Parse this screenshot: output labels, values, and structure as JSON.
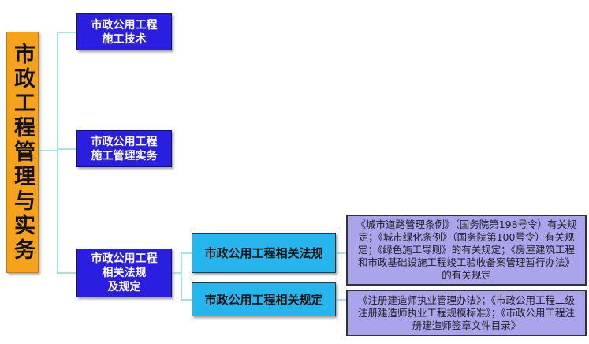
{
  "root": "市政工程管理与实务",
  "level1": [
    {
      "label": "市政公用工程\n施工技术"
    },
    {
      "label": "市政公用工程\n施工管理实务"
    },
    {
      "label": "市政公用工程\n相关法规\n及规定"
    }
  ],
  "level2": [
    {
      "label": "市政公用工程相关法规",
      "detail": "《城市道路管理条例》（国务院第198号令）有关规定；《城市绿化条例》（国务院第100号令）有关规定；《绿色施工导则》的有关规定；《房屋建筑工程和市政基础设施工程竣工验收备案管理暂行办法》的有关规定"
    },
    {
      "label": "市政公用工程相关规定",
      "detail": "《注册建造师执业管理办法》；《市政公用工程二级注册建造师执业工程规模标准》；《市政公用工程注册建造师签章文件目录》"
    }
  ]
}
